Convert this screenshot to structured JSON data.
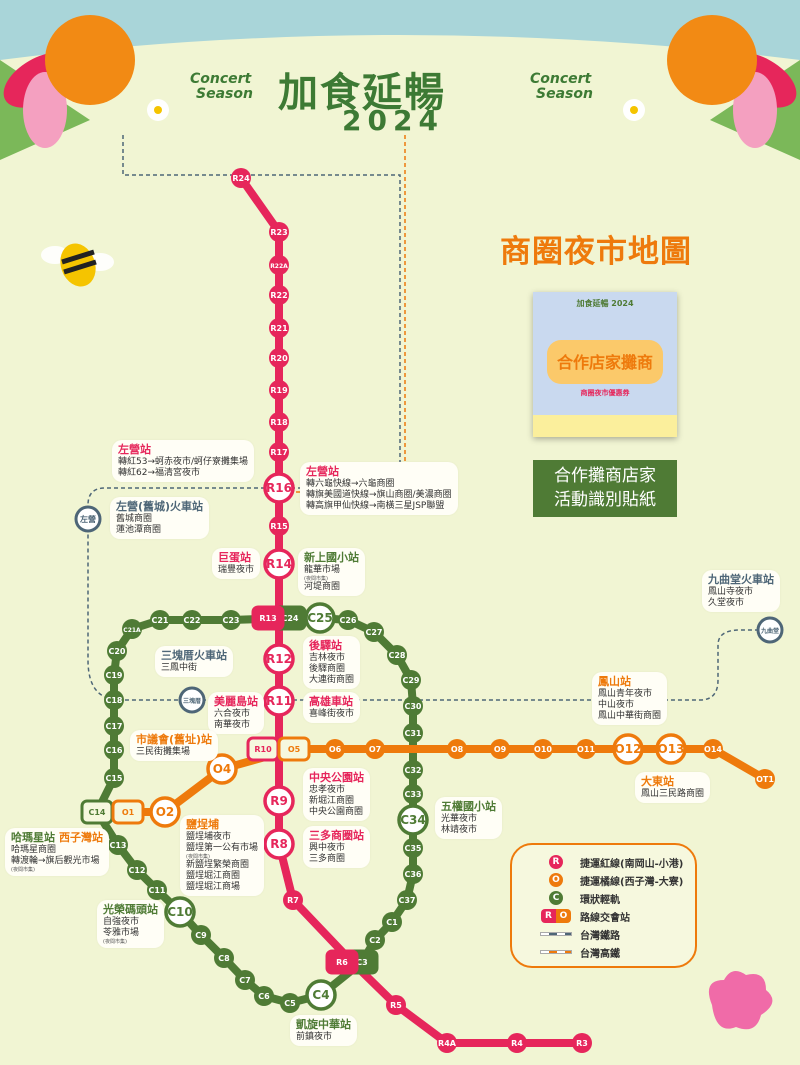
{
  "header": {
    "concert": "Concert",
    "season": "Season",
    "title": "加食延暢",
    "year": "2024"
  },
  "side": {
    "title": "商圈夜市地圖",
    "poster_logo": "加食延暢 2024",
    "poster_title": "合作店家攤商",
    "poster_sub": "商圈夜市優惠券",
    "sticker_line1": "合作攤商店家",
    "sticker_line2": "活動識別貼紙"
  },
  "colors": {
    "red": "#e6265b",
    "orange": "#ee7a0c",
    "green": "#4f7b35",
    "rail": "#4e6677"
  },
  "lines": {
    "red": [
      "R24",
      "R23",
      "R22A",
      "R22",
      "R21",
      "R20",
      "R19",
      "R18",
      "R17",
      "R16",
      "R15",
      "R14",
      "R13",
      "R12",
      "R11",
      "R10",
      "R9",
      "R8",
      "R7",
      "R6",
      "R5",
      "R4A",
      "R4",
      "R3"
    ],
    "orange": [
      "O1",
      "O2",
      "O4",
      "O5",
      "O6",
      "O7",
      "O8",
      "O9",
      "O10",
      "O11",
      "O12",
      "O13",
      "O14",
      "OT1"
    ],
    "green": [
      "C1",
      "C2",
      "C3",
      "C4",
      "C5",
      "C6",
      "C7",
      "C8",
      "C9",
      "C10",
      "C11",
      "C12",
      "C13",
      "C14",
      "C15",
      "C16",
      "C17",
      "C18",
      "C19",
      "C20",
      "C21A",
      "C21",
      "C22",
      "C23",
      "C24",
      "C25",
      "C26",
      "C27",
      "C28",
      "C29",
      "C30",
      "C31",
      "C32",
      "C33",
      "C34",
      "C35",
      "C36",
      "C37"
    ]
  },
  "rail_stations": [
    "左營",
    "三塊厝",
    "九曲堂"
  ],
  "boxes": [
    {
      "title": "左營站",
      "color": "red",
      "items": [
        "轉紅53→蚵赤夜市/蚵仔寮攤集場",
        "轉紅62→福清宮夜市"
      ]
    },
    {
      "title": "左營站",
      "color": "red",
      "items": [
        "轉六龜快線→六龜商圈",
        "轉旗美國道快線→旗山商圈/美濃商圈",
        "轉高旗甲仙快線→南橫三星JSP聯盟"
      ]
    },
    {
      "title": "左營(舊城)火車站",
      "color": "gry",
      "items": [
        "舊城商圈",
        "蓮池潭商圈"
      ]
    },
    {
      "title": "巨蛋站",
      "color": "red",
      "items": [
        "瑞豐夜市"
      ]
    },
    {
      "title": "新上國小站",
      "color": "grn",
      "items": [
        "龍華市場",
        "(夜間市集)",
        "河堤商圈"
      ]
    },
    {
      "title": "三塊厝火車站",
      "color": "gry",
      "items": [
        "三鳳中街"
      ]
    },
    {
      "title": "後驛站",
      "color": "red",
      "items": [
        "吉林夜市",
        "後驛商圈",
        "大連街商圈"
      ]
    },
    {
      "title": "高雄車站",
      "color": "red",
      "items": [
        "喜峰街夜市"
      ]
    },
    {
      "title": "美麗島站",
      "color": "red",
      "items": [
        "六合夜市",
        "南華夜市"
      ]
    },
    {
      "title": "市議會(舊址)站",
      "color": "org",
      "items": [
        "三民街攤集場"
      ]
    },
    {
      "title": "中央公園站",
      "color": "red",
      "items": [
        "忠孝夜市",
        "新堀江商圈",
        "中央公園商圈"
      ]
    },
    {
      "title": "三多商圈站",
      "color": "red",
      "items": [
        "興中夜市",
        "三多商圈"
      ]
    },
    {
      "title": "鹽埕埔",
      "color": "org",
      "items": [
        "鹽埕埔夜市",
        "鹽埕第一公有市場",
        "(夜間市集)",
        "新鹽埕繁榮商圈",
        "鹽埕堀江商圈",
        "鹽埕堀江商場"
      ]
    },
    {
      "title": "哈瑪星站",
      "title2": "西子灣站",
      "color": "grn",
      "items": [
        "哈瑪星商圈",
        "轉渡輪→旗后觀光市場",
        "(夜間市集)"
      ]
    },
    {
      "title": "光榮碼頭站",
      "color": "grn",
      "items": [
        "自強夜市",
        "苓雅市場",
        "(夜間市集)"
      ]
    },
    {
      "title": "凱旋中華站",
      "color": "grn",
      "items": [
        "前鎮夜市"
      ]
    },
    {
      "title": "五權國小站",
      "color": "grn",
      "items": [
        "光華夜市",
        "林靖夜市"
      ]
    },
    {
      "title": "鳳山站",
      "color": "org",
      "items": [
        "鳳山青年夜市",
        "中山夜市",
        "鳳山中華街商圈"
      ]
    },
    {
      "title": "大東站",
      "color": "org",
      "items": [
        "鳳山三民路商圈"
      ]
    },
    {
      "title": "九曲堂火車站",
      "color": "gry",
      "items": [
        "鳳山寺夜市",
        "久堂夜市"
      ]
    }
  ],
  "legend": [
    {
      "key": "R",
      "label": "捷運紅線(南岡山-小港)"
    },
    {
      "key": "O",
      "label": "捷運橘線(西子灣-大寮)"
    },
    {
      "key": "C",
      "label": "環狀輕軌"
    },
    {
      "key": "R O",
      "label": "路線交會站"
    },
    {
      "key": "rail",
      "label": "台灣鐵路"
    },
    {
      "key": "hsr",
      "label": "台灣高鐵"
    }
  ]
}
